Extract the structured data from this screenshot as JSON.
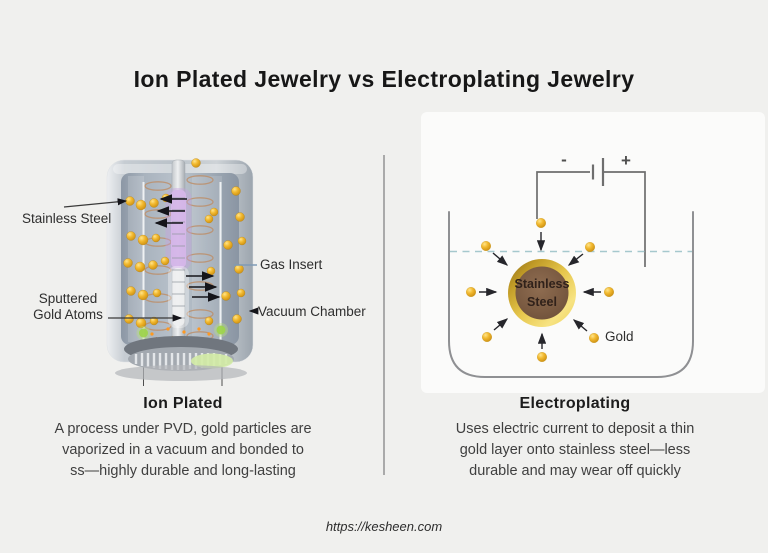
{
  "title": "Ion Plated Jewelry vs Electroplating Jewelry",
  "left_panel": {
    "heading": "Ion Plated",
    "description_lines": [
      "A process under PVD, gold particles are",
      "vaporized in a vacuum and bonded to",
      "ss—highly durable and long-lasting"
    ],
    "labels": {
      "stainless_steel": "Stainless Steel",
      "gas_insert": "Gas Insert",
      "sputtered_gold_atoms": "Sputtered Gold Atoms",
      "vacuum_chamber": "Vacuum Chamber"
    }
  },
  "right_panel": {
    "heading": "Electroplating",
    "description_lines": [
      "Uses electric current to deposit a thin",
      "gold layer onto stainless steel—less",
      "durable and may wear off quickly"
    ],
    "labels": {
      "minus": "-",
      "plus": "+",
      "electrode_line1": "Stainless",
      "electrode_line2": "Steel",
      "gold": "Gold"
    }
  },
  "footer": {
    "url": "https://kesheen.com"
  },
  "colors": {
    "background": "#f0f0ee",
    "gold": "#f0b62f",
    "electrode_brown": "#7b5b42",
    "water_line": "#a5c8cd",
    "divider": "#aaaaaa",
    "purple_glow": "#d5b6e9"
  }
}
